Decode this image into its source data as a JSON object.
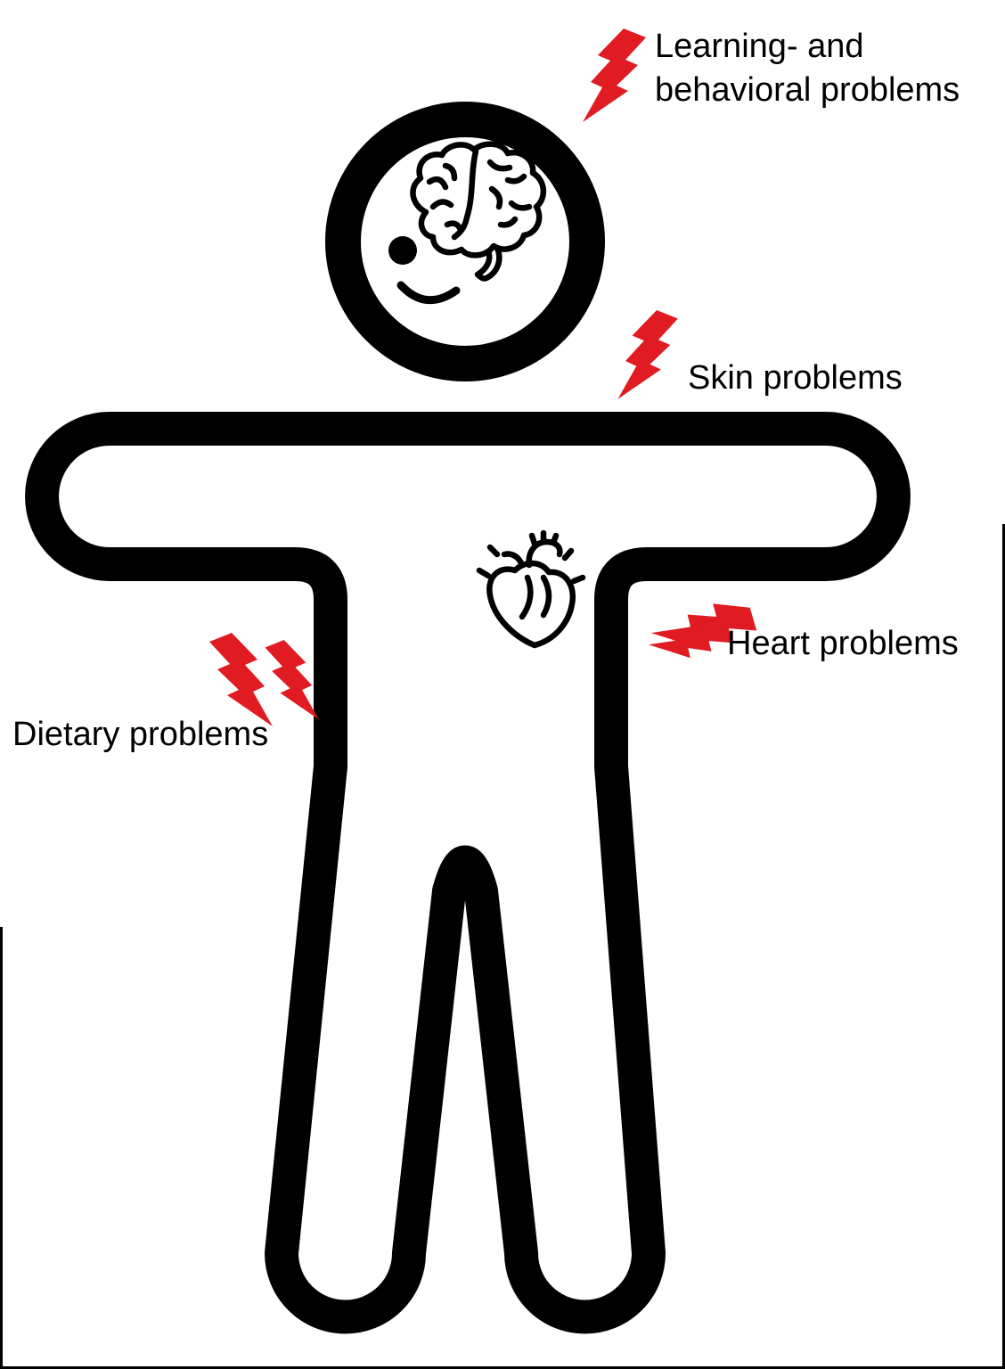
{
  "labels": {
    "learning_line1": "Learning- and",
    "learning_line2": "behavioral problems",
    "skin": "Skin problems",
    "heart": "Heart problems",
    "dietary": "Dietary problems"
  },
  "colors": {
    "bolt_red": "#e01b22",
    "figure_black": "#000000",
    "background": "#ffffff"
  },
  "icons": {
    "lightning": "lightning-bolt-icon",
    "brain": "brain-icon",
    "heart": "anatomical-heart-icon",
    "person": "person-pictogram"
  }
}
